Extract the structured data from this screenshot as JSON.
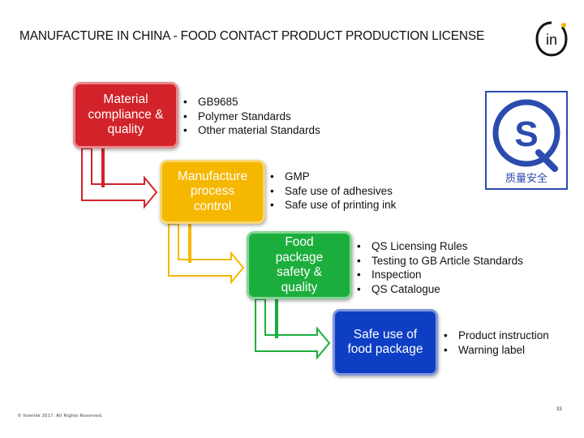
{
  "slide": {
    "title": "MANUFACTURE IN CHINA - FOOD CONTACT PRODUCT PRODUCTION LICENSE",
    "footer": "© Intertek 2017. All Rights Reserved.",
    "page_number": "33"
  },
  "logo": {
    "text": "in",
    "accent": "#f6b400"
  },
  "qs_mark": {
    "letters": "QS",
    "caption": "质量安全",
    "color": "#2b4bae"
  },
  "steps": [
    {
      "label": "Material\ncompliance &\nquality",
      "color": "#d2232a",
      "bullets": [
        "GB9685",
        "Polymer Standards",
        "Other material Standards"
      ]
    },
    {
      "label": "Manufacture\nprocess\ncontrol",
      "color": "#f5b700",
      "bullets": [
        "GMP",
        "Safe use of adhesives",
        "Safe use of printing ink"
      ]
    },
    {
      "label": "Food\npackage\nsafety &\nquality",
      "color": "#1cae3d",
      "bullets": [
        "QS Licensing Rules",
        "Testing to GB Article Standards",
        "Inspection",
        "QS Catalogue"
      ]
    },
    {
      "label": "Safe use of\nfood package",
      "color": "#0d3ec3",
      "bullets": [
        "Product instruction",
        "Warning label"
      ]
    }
  ]
}
